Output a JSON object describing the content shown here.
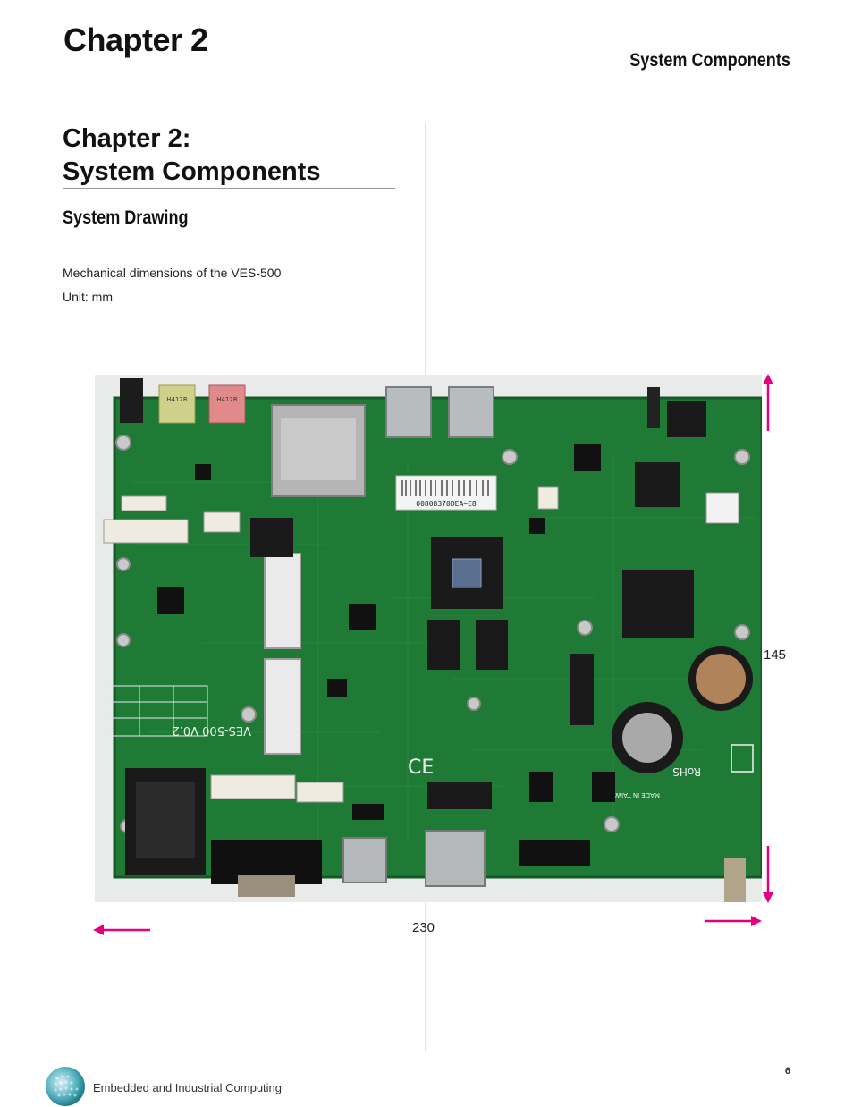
{
  "header": {
    "chapter_label": "Chapter 2",
    "running_title": "System Components"
  },
  "section": {
    "title_line1": "Chapter 2:",
    "title_line2": "System Components",
    "subtitle": "System Drawing",
    "description": "Mechanical dimensions of the VES-500",
    "unit": "Unit: mm"
  },
  "figure": {
    "height_label": "145",
    "width_label": "230",
    "arrow_color": "#e6007e",
    "board_color": "#1f7a35",
    "board_silkscreen": "VES-500 V0.2",
    "sticker_text": "00808370DEA~E8",
    "audio_jack_label_1": "H412R",
    "audio_jack_label_2": "H412R",
    "rohs_label": "RoHS",
    "made_in": "MADE IN TAIWAN"
  },
  "footer": {
    "company_text": "Embedded and Industrial Computing",
    "page_number": "6"
  }
}
